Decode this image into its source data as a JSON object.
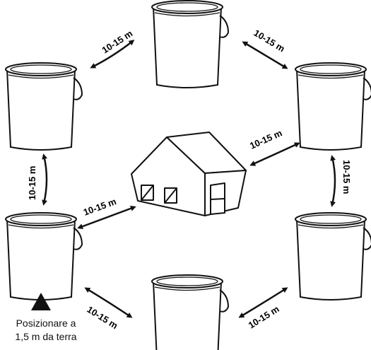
{
  "distance_labels": [
    "10-15 m",
    "10-15 m",
    "10-15 m",
    "10-15 m",
    "10-15 m",
    "10-15 m",
    "10-15 m",
    "10-15 m"
  ],
  "placement_note": {
    "line1": "Posizionare a",
    "line2": "1,5 m da terra"
  },
  "colors": {
    "ink": "#111111",
    "background": "#ffffff"
  },
  "icons": [
    "bucket-icon",
    "house-icon",
    "double-arrow-icon",
    "triangle-marker-icon"
  ]
}
